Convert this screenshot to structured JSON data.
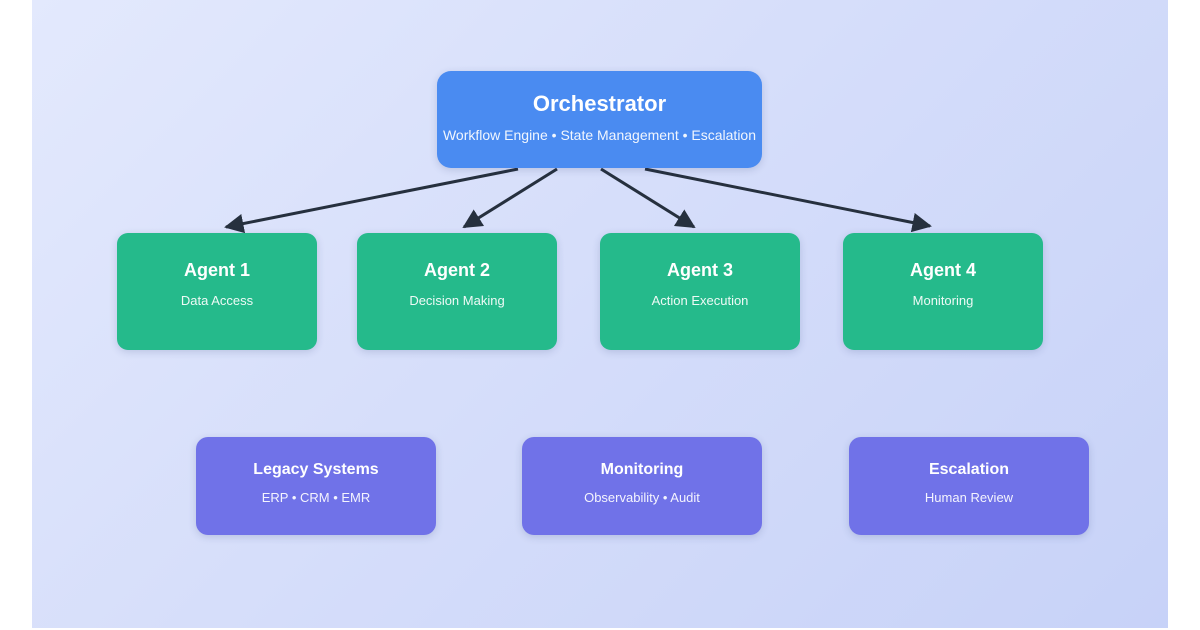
{
  "diagram": {
    "orchestrator": {
      "title": "Orchestrator",
      "subtitle": "Workflow Engine • State Management • Escalation"
    },
    "agents": [
      {
        "title": "Agent 1",
        "subtitle": "Data Access"
      },
      {
        "title": "Agent 2",
        "subtitle": "Decision Making"
      },
      {
        "title": "Agent 3",
        "subtitle": "Action Execution"
      },
      {
        "title": "Agent 4",
        "subtitle": "Monitoring"
      }
    ],
    "supports": [
      {
        "title": "Legacy Systems",
        "subtitle": "ERP • CRM • EMR"
      },
      {
        "title": "Monitoring",
        "subtitle": "Observability • Audit"
      },
      {
        "title": "Escalation",
        "subtitle": "Human Review"
      }
    ],
    "colors": {
      "blue": "#4a8bf1",
      "green": "#25ba8b",
      "purple": "#7072e8",
      "arrow": "#26303e",
      "bg-light": "#e3e9fd",
      "bg-dark": "#c7d2f8"
    }
  }
}
